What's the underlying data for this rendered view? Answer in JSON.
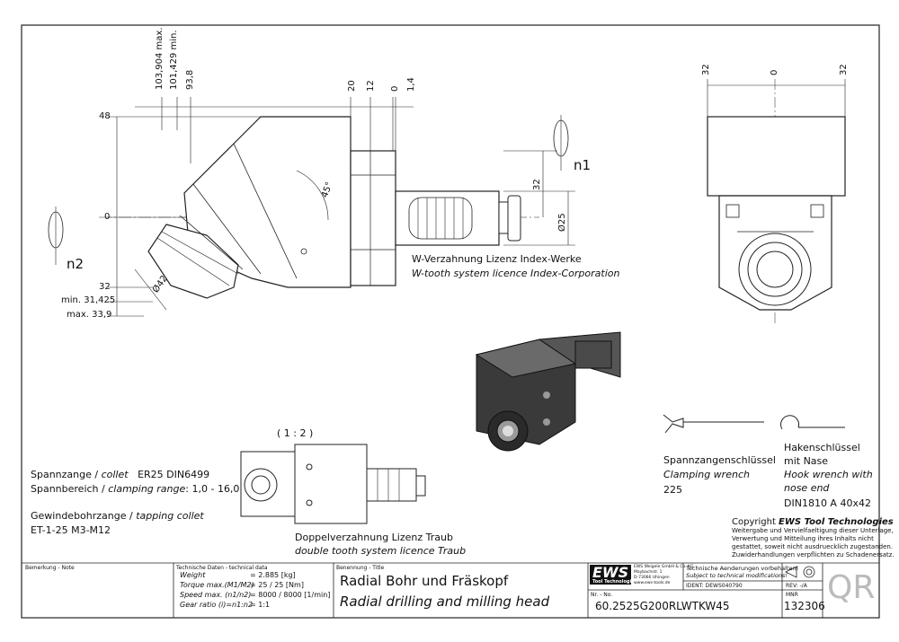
{
  "dims": {
    "d103": "103,904 max.",
    "d101": "101,429 min.",
    "d93": "93,8",
    "d20": "20",
    "d12": "12",
    "d0": "0",
    "d14": "1,4",
    "d48": "48",
    "dzero": "0",
    "d32": "32",
    "dmin": "min. 31,425",
    "dmax": "max. 33,9",
    "d32b": "32",
    "dphi25": "Ø25",
    "dphi42": "Ø42",
    "dang": "45°",
    "sv32a": "32",
    "sv0": "0",
    "sv32b": "32",
    "n1": "n1",
    "n2": "n2"
  },
  "notes": {
    "wtooth_de": "W-Verzahnung Lizenz Index-Werke",
    "wtooth_en": "W-tooth system licence Index-Corporation",
    "scale": "( 1 : 2 )",
    "double_de": "Doppelverzahnung Lizenz Traub",
    "double_en": "double tooth system licence Traub",
    "collet_a": "Spannzange / ",
    "collet_b": "collet",
    "collet_c": "ER25   DIN6499",
    "range_a": "Spannbereich / ",
    "range_b": "clamping range",
    "range_c": ": 1,0 - 16,0",
    "tap_a": "Gewindebohrzange / ",
    "tap_b": "tapping collet",
    "tap_c": "ET-1-25   M3-M12",
    "wrench1_de": "Spannzangenschlüssel",
    "wrench1_en": "Clamping wrench",
    "wrench1_no": "225",
    "wrench2_de1": "Hakenschlüssel",
    "wrench2_de2": "mit Nase",
    "wrench2_en1": "Hook wrench with",
    "wrench2_en2": "nose end",
    "wrench2_no": "DIN1810  A 40x42",
    "copy_a": "Copyright ",
    "copy_b": "EWS Tool Technologies",
    "copy_1": "Weitergabe und Vervielfaeltigung dieser Unterlage,",
    "copy_2": "Verwertung und Mitteilung ihres Inhalts nicht",
    "copy_3": "gestattet, soweit nicht ausdruecklich zugestanden.",
    "copy_4": "Zuwiderhandlungen verpflichten zu Schadenersatz."
  },
  "titleblock": {
    "remark_label": "Bemerkung - Note",
    "tech_label": "Technische Daten - technical data",
    "weight_l": "Weight",
    "weight_v": "=  2.885 [kg]",
    "torque_l": "Torque max.(M1/M2)",
    "torque_v": "=  25 / 25 [Nm]",
    "speed_l": "Speed max. (n1/n2)",
    "speed_v": "=  8000 / 8000 [1/min]",
    "ratio_l": "Gear ratio  (i)=n1:n2",
    "ratio_v": "=  1:1",
    "name_label": "Benennung - Title",
    "title_de": "Radial Bohr und Fräskopf",
    "title_en": "Radial drilling and milling head",
    "logo": "EWS",
    "logo_sub": "Tool Technologies",
    "company_1": "EWS Weigele GmbH & Co. KG",
    "company_2": "Maybachstr. 1",
    "company_3": "D-73066 Uhingen",
    "company_4": "www.ews-tools.de",
    "change_1": "Technische Aenderungen vorbehalten!",
    "change_2": "Subject to technical modifications!",
    "ident": "IDENT:  DEWS040790",
    "rev": "REV:  -/A",
    "no_label": "Nr. - No.",
    "part_no": "60.2525G200RLWTKW45",
    "mnr_label": "MNR",
    "mnr": "132306",
    "qr": "QR"
  }
}
